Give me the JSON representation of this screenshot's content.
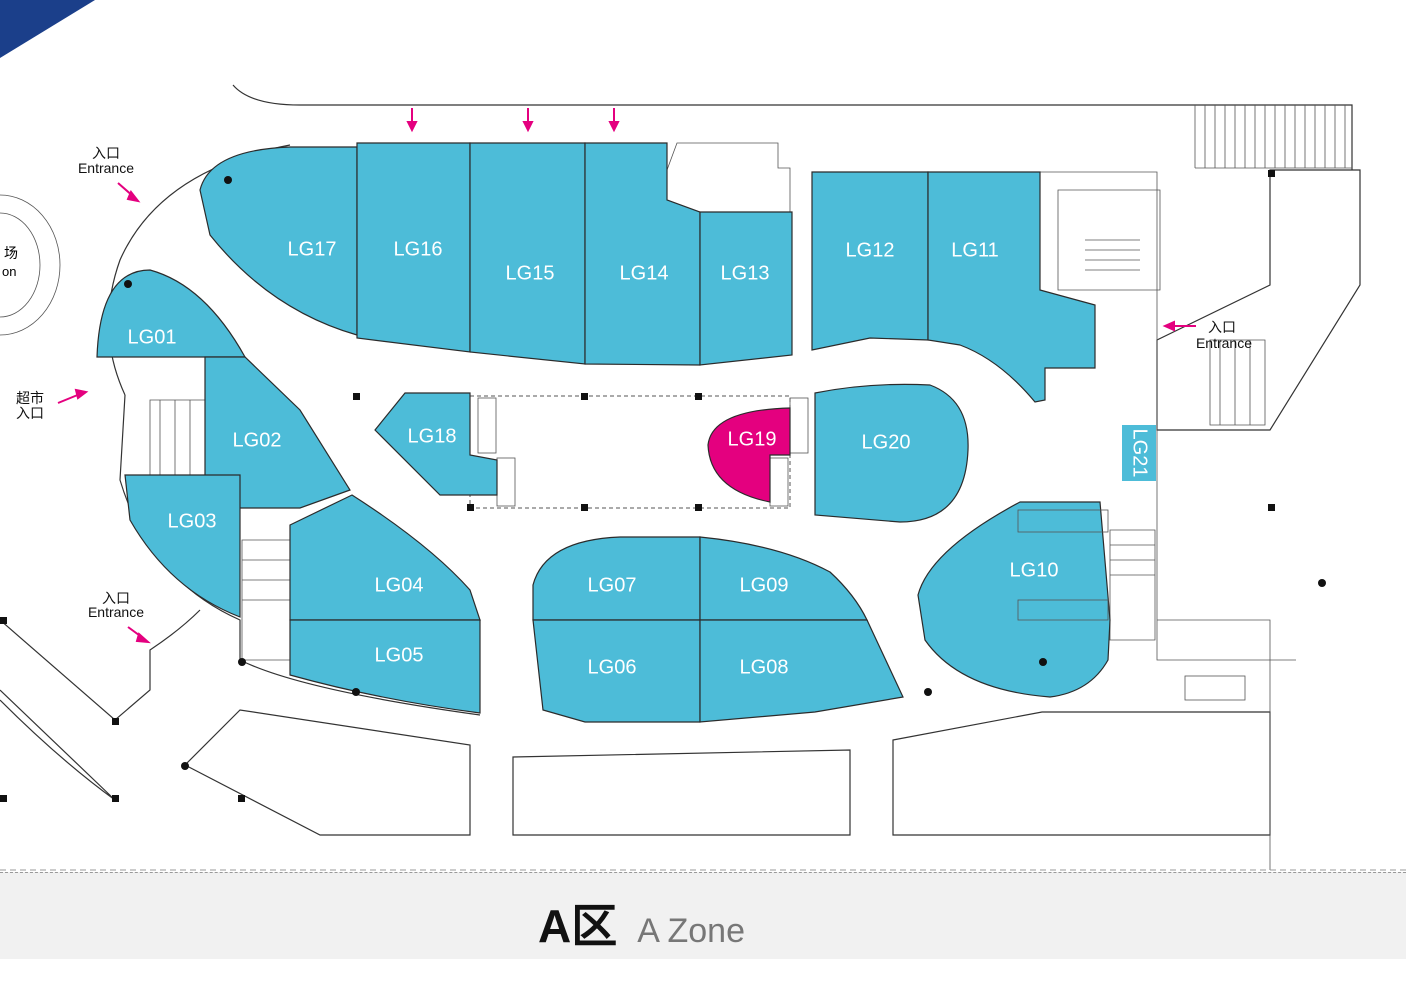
{
  "colors": {
    "store": "#4dbcd8",
    "highlight": "#e4007f",
    "corner": "#1b3f8a"
  },
  "stores": {
    "lg01": "LG01",
    "lg02": "LG02",
    "lg03": "LG03",
    "lg04": "LG04",
    "lg05": "LG05",
    "lg06": "LG06",
    "lg07": "LG07",
    "lg08": "LG08",
    "lg09": "LG09",
    "lg10": "LG10",
    "lg11": "LG11",
    "lg12": "LG12",
    "lg13": "LG13",
    "lg14": "LG14",
    "lg15": "LG15",
    "lg16": "LG16",
    "lg17": "LG17",
    "lg18": "LG18",
    "lg19": "LG19",
    "lg20": "LG20",
    "lg21": "LG21"
  },
  "highlighted_store": "LG19",
  "entrances": {
    "top_left": {
      "cn": "入口",
      "en": "Entrance"
    },
    "right": {
      "cn": "入口",
      "en": "Entrance"
    },
    "bottom_left": {
      "cn": "入口",
      "en": "Entrance"
    },
    "supermarket": {
      "cn1": "超市",
      "cn2": "入口"
    }
  },
  "plaza_partial": {
    "cn": "场",
    "en": "on"
  },
  "footer": {
    "zone_cn": "A区",
    "zone_en": "A Zone"
  }
}
